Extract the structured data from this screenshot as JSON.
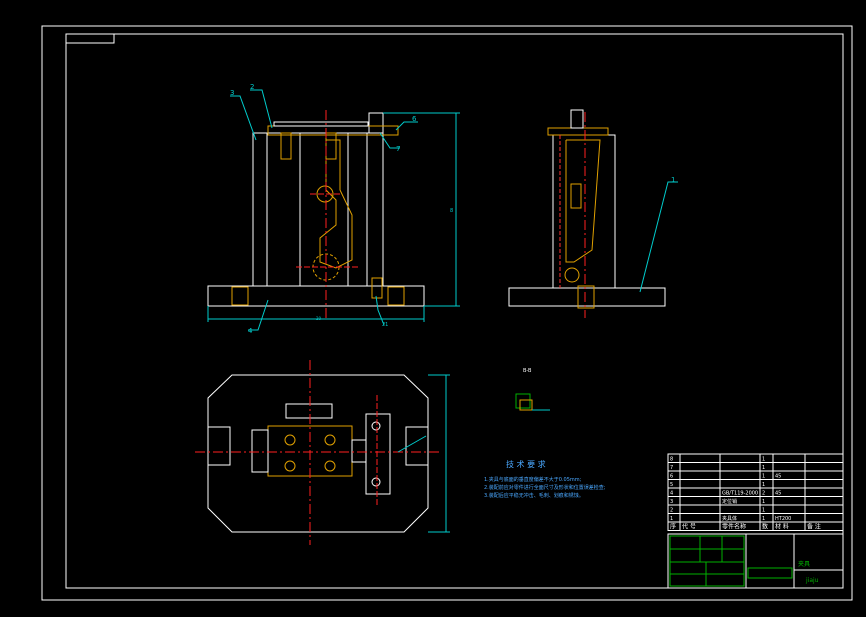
{
  "colors": {
    "background": "#000000",
    "frame": "#ffffff",
    "centerline": "#ff2020",
    "dimension": "#00cccc",
    "part": "#e0a000",
    "hidden": "#ff3030",
    "title_green": "#00b000",
    "text_blue": "#4aa8ff"
  },
  "views": {
    "section_label": "B-B"
  },
  "callouts": {
    "front": [
      "3",
      "2",
      "6",
      "7",
      "4"
    ],
    "side": [
      "1"
    ],
    "dims": [
      "21",
      "8",
      "20"
    ]
  },
  "tech_requirements": {
    "heading": "技 术 要 求",
    "items": [
      "1.夹具与底面的垂直度偏差不大于0.05mm;",
      "2.装配前应对零件进行全面尺寸及形状和位置误差检查;",
      "3.装配后应平稳无冲击、毛刺、划痕和锈蚀。"
    ]
  },
  "bom_rows": [
    {
      "no": "8",
      "name": "",
      "qty": "1",
      "mat": ""
    },
    {
      "no": "7",
      "name": "",
      "qty": "1",
      "mat": ""
    },
    {
      "no": "6",
      "name": "",
      "qty": "1",
      "mat": "45"
    },
    {
      "no": "5",
      "name": "",
      "qty": "1",
      "mat": ""
    },
    {
      "no": "4",
      "name": "GB/T119-2000",
      "qty": "2",
      "mat": "45"
    },
    {
      "no": "3",
      "name": "定位销",
      "qty": "1",
      "mat": ""
    },
    {
      "no": "2",
      "name": "",
      "qty": "1",
      "mat": ""
    },
    {
      "no": "1",
      "name": "夹具体",
      "qty": "1",
      "mat": "HT200"
    }
  ],
  "bom_header": [
    "序",
    "代 号",
    "零件名称",
    "数",
    "材 料",
    "备 注"
  ],
  "title_block": {
    "drawing_name": "夹具",
    "drawing_code": "jiaju"
  }
}
